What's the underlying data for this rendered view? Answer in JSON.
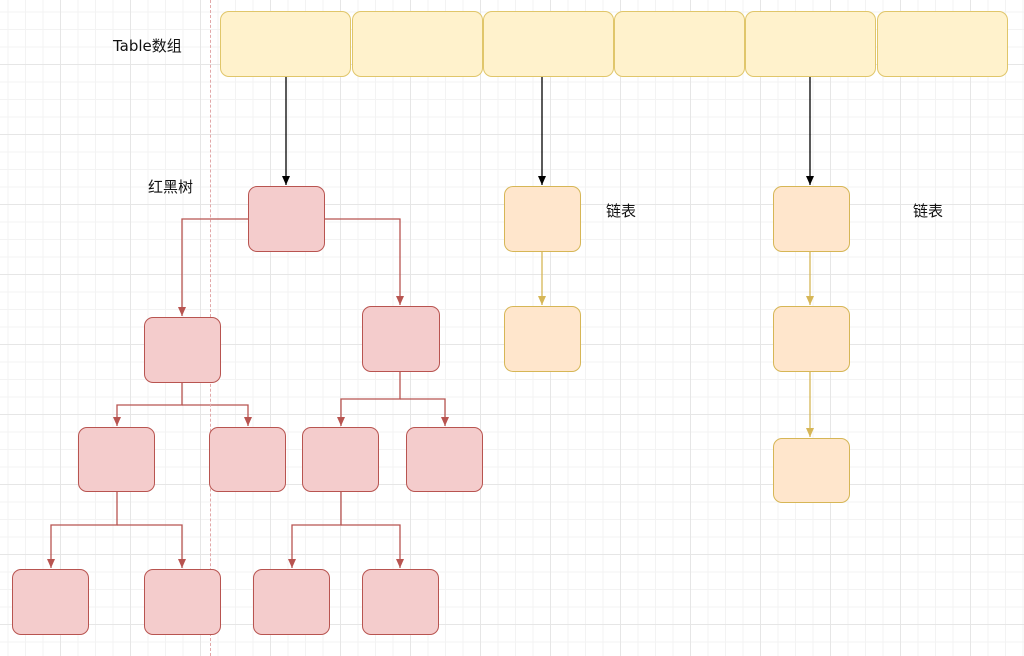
{
  "labels": {
    "table": "Table数组",
    "rbtree": "红黑树",
    "list1": "链表",
    "list2": "链表"
  },
  "colors": {
    "table_fill": "#fff2cc",
    "table_stroke": "#d6b656",
    "tree_fill": "#f4cccc",
    "tree_stroke": "#b85450",
    "list_fill": "#ffe6cc",
    "list_stroke": "#d6b656",
    "arrow_black": "#000000",
    "arrow_red": "#b85450",
    "arrow_gold": "#d6b656"
  },
  "structure": {
    "table_cells": 6,
    "tree_nodes": 11,
    "list1_nodes": 2,
    "list2_nodes": 3
  }
}
